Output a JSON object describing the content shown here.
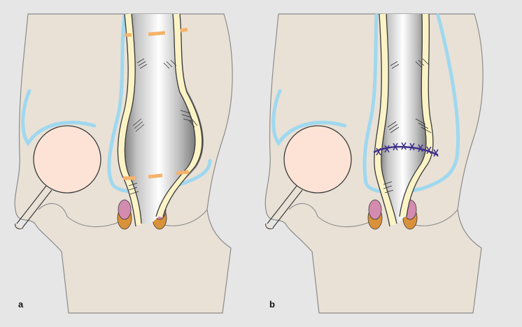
{
  "panels": [
    {
      "id": "a",
      "label": "a",
      "variant": "marked"
    },
    {
      "id": "b",
      "label": "b",
      "variant": "sutured"
    }
  ],
  "colors": {
    "background": "#e6e6e6",
    "pelvis": "#e9e1d6",
    "pelvis_stroke": "#8b8b8b",
    "bladder": "#fde3d6",
    "peritoneum": "#9fd8ef",
    "bowel_wall": "#fbf3c6",
    "bowel_outline": "#3a3a3a",
    "lumen_light": "#ffffff",
    "lumen_dark": "#6e6e6e",
    "resection_marks": "#f6b26b",
    "suture": "#3f2f8a",
    "sphincter_inner": "#d48bb0",
    "sphincter_outer": "#d9913a"
  }
}
